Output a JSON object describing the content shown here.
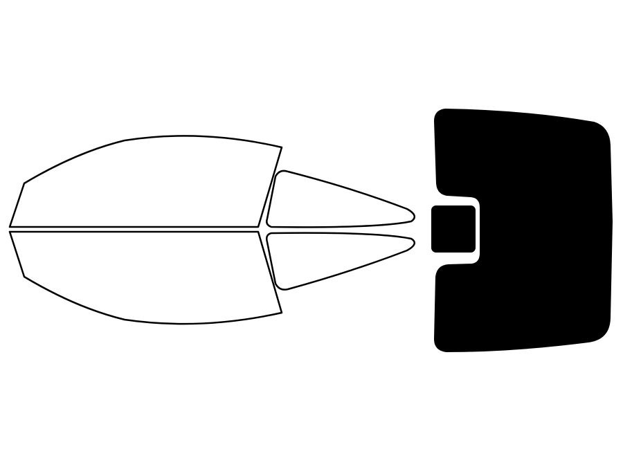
{
  "colors": {
    "background": "#ffffff",
    "outline": "#000000",
    "fill_open": "#ffffff",
    "fill_solid": "#000000"
  },
  "pieces": [
    {
      "name": "front-door-window-upper",
      "style": "outline"
    },
    {
      "name": "front-door-window-lower",
      "style": "outline"
    },
    {
      "name": "rear-quarter-window-upper",
      "style": "outline"
    },
    {
      "name": "rear-quarter-window-lower",
      "style": "outline"
    },
    {
      "name": "rear-windshield",
      "style": "solid"
    },
    {
      "name": "brake-light-cutout",
      "style": "solid"
    }
  ]
}
